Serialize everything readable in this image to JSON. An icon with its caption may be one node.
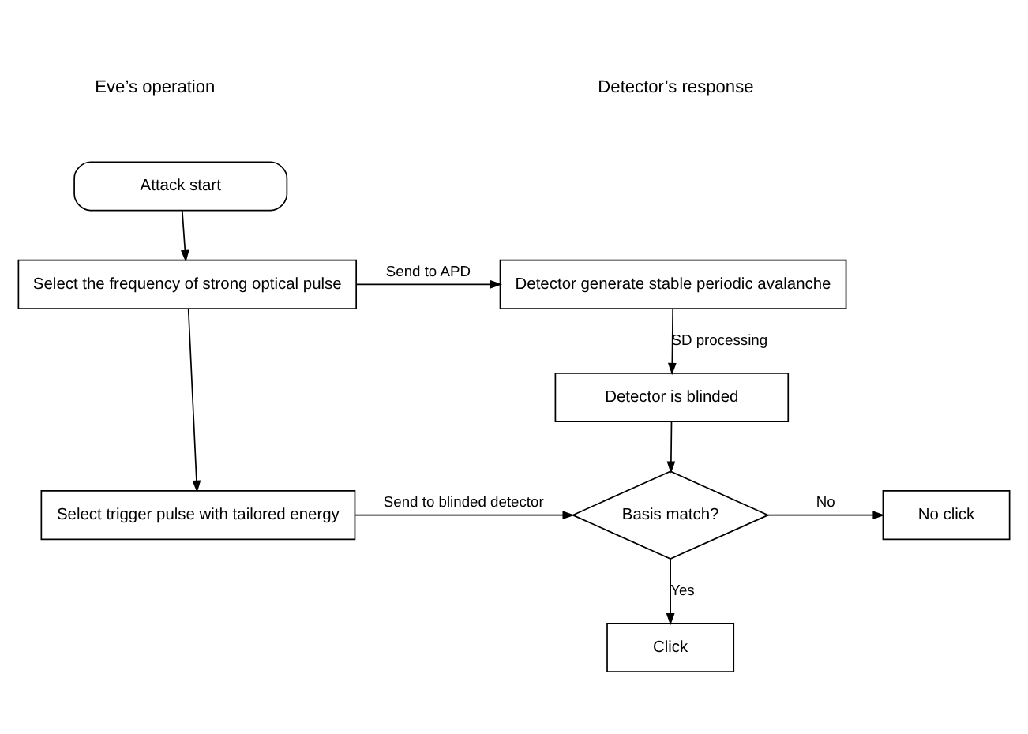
{
  "diagram": {
    "nodes": [
      {
        "text": [
          "Attack start"
        ]
      },
      {
        "text": [
          "Select the frequency of strong optical pulse"
        ]
      },
      {
        "text": [
          "Detector generate stable periodic avalanche"
        ]
      },
      {
        "text": [
          "Detector is blinded"
        ]
      },
      {
        "text": [
          "Select trigger pulse with tailored energy"
        ]
      },
      {
        "text": [
          "Basis match?"
        ]
      },
      {
        "text": [
          "No click"
        ]
      },
      {
        "text": [
          "Click"
        ]
      }
    ],
    "edges": [
      {
        "from": 0,
        "to": 1,
        "arrow": "to"
      },
      {
        "from": 1,
        "to": 2,
        "arrow": "to",
        "label": "Send to APD"
      },
      {
        "from": 2,
        "to": 3,
        "arrow": "to",
        "label": "SD processing"
      },
      {
        "from": 1,
        "to": 4,
        "arrow": "to"
      },
      {
        "from": 3,
        "to": 5,
        "arrow": "to"
      },
      {
        "from": 4,
        "to": 5,
        "arrow": "to",
        "label": "Send to blinded detector"
      },
      {
        "from": 5,
        "to": 6,
        "arrow": "to",
        "label": "No"
      },
      {
        "from": 5,
        "to": 7,
        "arrow": "to",
        "label": "Yes"
      }
    ],
    "labels": [
      "Eve’s operation",
      "Detector’s response"
    ]
  }
}
